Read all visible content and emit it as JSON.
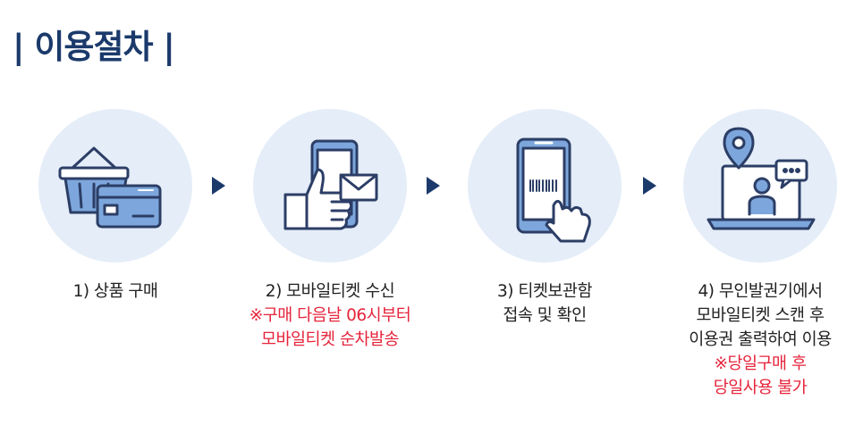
{
  "section": {
    "title": "| 이용절차 |"
  },
  "steps": [
    {
      "icon": "shopping-basket-card-icon",
      "lines": [
        "1) 상품 구매"
      ],
      "notes": []
    },
    {
      "icon": "phone-thumbs-up-mail-icon",
      "lines": [
        "2) 모바일티켓 수신"
      ],
      "notes": [
        "※구매 다음날 06시부터",
        "모바일티켓 순차발송"
      ]
    },
    {
      "icon": "phone-barcode-tap-icon",
      "lines": [
        "3) 티켓보관함",
        "접속 및 확인"
      ],
      "notes": []
    },
    {
      "icon": "kiosk-location-person-icon",
      "lines": [
        "4) 무인발권기에서",
        "모바일티켓 스캔 후",
        "이용권 출력하여 이용"
      ],
      "notes": [
        "※당일구매 후",
        "당일사용 불가"
      ]
    }
  ],
  "colors": {
    "title": "#1b3a6b",
    "circle": "#e4edf8",
    "icon_stroke": "#2c3e66",
    "icon_fill": "#7da7dc",
    "note_red": "#e6243c"
  }
}
